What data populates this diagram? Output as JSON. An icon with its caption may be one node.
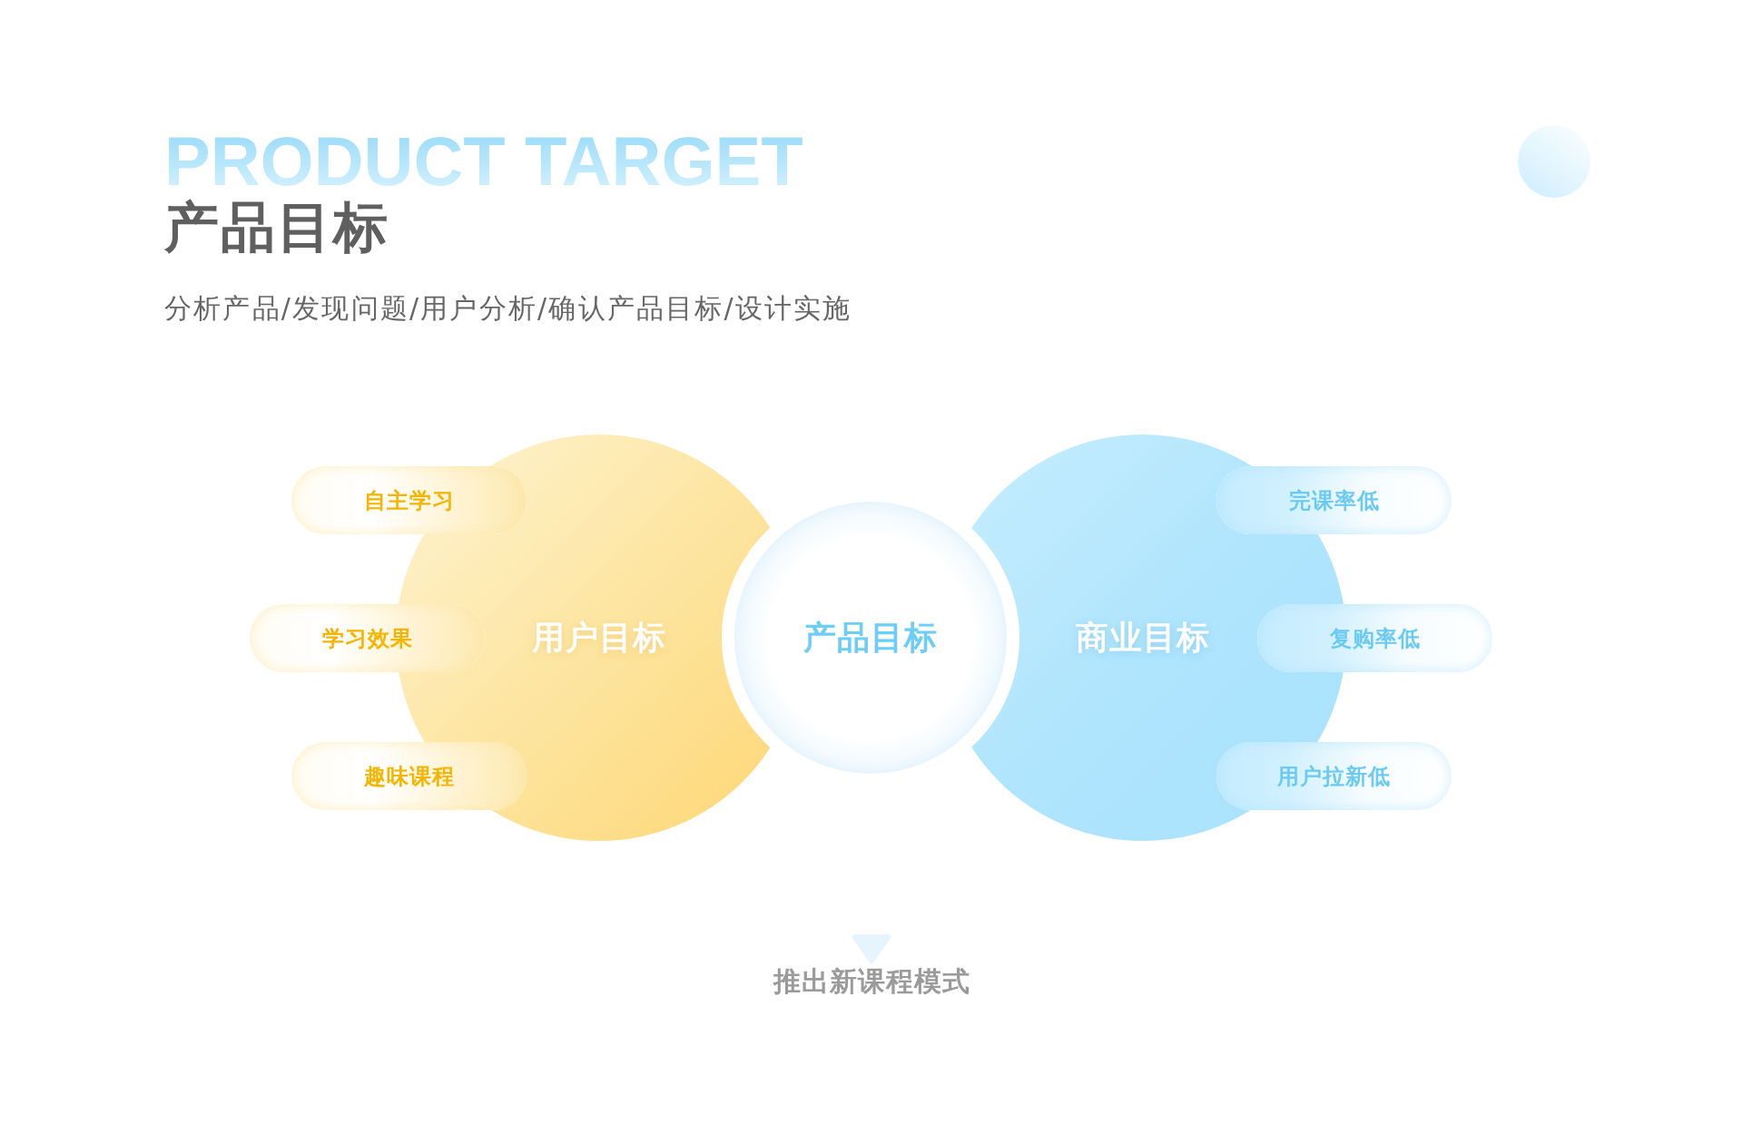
{
  "diagram": {
    "title": "产品目标",
    "nodes": [
      {
        "text": [
          "自主学习"
        ]
      },
      {
        "text": [
          "学习效果"
        ]
      },
      {
        "text": [
          "趣味课程"
        ]
      },
      {
        "text": [
          "用户目标"
        ]
      },
      {
        "text": [
          "产品目标"
        ]
      },
      {
        "text": [
          "商业目标"
        ]
      },
      {
        "text": [
          "完课率低"
        ]
      },
      {
        "text": [
          "复购率低"
        ]
      },
      {
        "text": [
          "用户拉新低"
        ]
      },
      {
        "text": [
          "推出新课程模式"
        ]
      }
    ],
    "edges": [
      {
        "from": null,
        "to": 9,
        "arrow": "to"
      }
    ],
    "labels": [
      "PRODUCT TARGET",
      "分析产品/发现问题/用户分析/确认产品目标/设计实施"
    ]
  }
}
